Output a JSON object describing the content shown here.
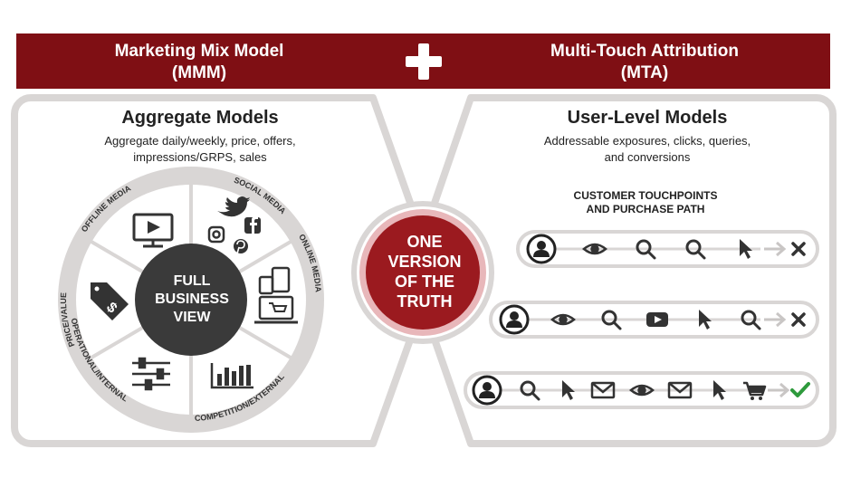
{
  "header": {
    "left_title": "Marketing Mix Model",
    "left_abbr": "(MMM)",
    "right_title": "Multi-Touch Attribution",
    "right_abbr": "(MTA)",
    "plus_icon": "plus-icon",
    "bar_color": "#7f0f14"
  },
  "left_panel": {
    "title": "Aggregate Models",
    "subtitle_line1": "Aggregate daily/weekly, price, offers,",
    "subtitle_line2": "impressions/GRPS, sales",
    "wheel": {
      "center_line1": "FULL",
      "center_line2": "BUSINESS",
      "center_line3": "VIEW",
      "segments": [
        {
          "label": "OFFLINE MEDIA",
          "icon": "tv-play-icon"
        },
        {
          "label": "SOCIAL MEDIA",
          "icon": "social-icons"
        },
        {
          "label": "ONLINE MEDIA",
          "icon": "devices-cart-icon"
        },
        {
          "label": "COMPETITION/EXTERNAL",
          "icon": "bar-chart-icon"
        },
        {
          "label": "OPERATIONAL/INTERNAL",
          "icon": "sliders-icon"
        },
        {
          "label": "PRICE/VALUE",
          "icon": "price-tag-icon"
        }
      ]
    }
  },
  "center": {
    "line1": "ONE",
    "line2": "VERSION",
    "line3": "OF THE",
    "line4": "TRUTH",
    "color": "#9b1a1f"
  },
  "right_panel": {
    "title": "User-Level Models",
    "subtitle_line1": "Addressable exposures, clicks, queries,",
    "subtitle_line2": "and conversions",
    "touchpoints_line1": "CUSTOMER TOUCHPOINTS",
    "touchpoints_line2": "AND PURCHASE PATH",
    "paths": [
      {
        "steps": [
          "user-icon",
          "eye-icon",
          "search-icon",
          "search-icon",
          "cursor-icon"
        ],
        "outcome": "x-icon"
      },
      {
        "steps": [
          "user-icon",
          "eye-icon",
          "search-icon",
          "youtube-icon",
          "cursor-icon",
          "search-icon"
        ],
        "outcome": "x-icon"
      },
      {
        "steps": [
          "user-icon",
          "search-icon",
          "cursor-icon",
          "mail-icon",
          "eye-icon",
          "mail-icon",
          "cursor-icon",
          "cart-icon"
        ],
        "outcome": "check-icon"
      }
    ],
    "success_color": "#2e9a3c"
  }
}
